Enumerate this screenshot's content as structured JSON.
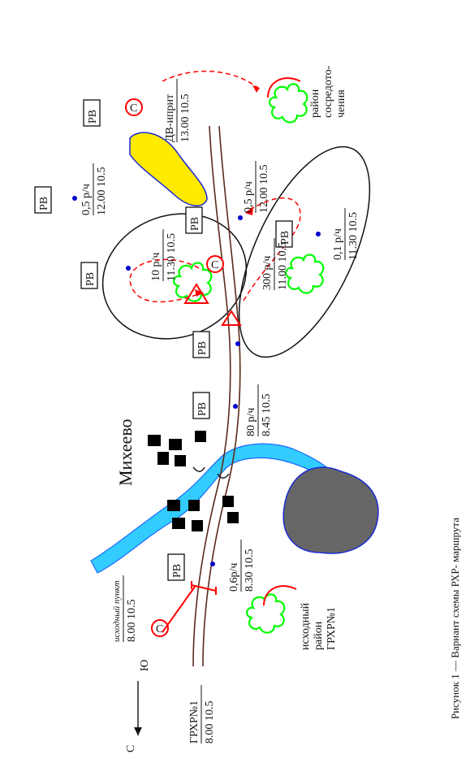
{
  "caption": "Рисунок 1 — Вариант схемы РХР- маршрута",
  "compass": {
    "north": "С",
    "south": "Ю"
  },
  "village_name": "Михеево",
  "post_code": "РВ",
  "chemical_code": "С",
  "start_point": {
    "name": "исходный пункт",
    "time": "8.00 10.5"
  },
  "unit": {
    "name": "ГРХР№1",
    "time": "8.00 10.5"
  },
  "initial_area": {
    "lines": [
      "исходный",
      "район",
      "ГРХР№1"
    ]
  },
  "assembly_area": {
    "lines": [
      "район",
      "сосредото-",
      "чения"
    ]
  },
  "agent": {
    "name": "ДВ-иприт",
    "time": "13.00 10.5"
  },
  "readings": [
    {
      "id": "r1",
      "rate": "0,6р/ч",
      "time": "8.30 10.5"
    },
    {
      "id": "r2",
      "rate": "80 р/ч",
      "time": "8.45 10.5"
    },
    {
      "id": "r3",
      "rate": "10 р/ч",
      "time": "11.30 10.5"
    },
    {
      "id": "r4",
      "rate": "300 р/ч",
      "time": "11.00 10.5"
    },
    {
      "id": "r5",
      "rate": "0,1 р/ч",
      "time": "11.30 10.5"
    },
    {
      "id": "r6",
      "rate": "0,5 р/ч",
      "time": "12.00 10.5"
    },
    {
      "id": "r7",
      "rate": "0,5 р/ч",
      "time": "12.00 10.5"
    }
  ],
  "colors": {
    "river": "#33ccff",
    "lake": "#666666",
    "lake_border": "#1a2ad0",
    "poison_zone": "#ffea00",
    "poison_border": "#1a2ad0",
    "route_marker": "#ff0000",
    "vegetation": "#00ff00",
    "road": "#5a2a1a",
    "post_dot": "#0000cc"
  }
}
